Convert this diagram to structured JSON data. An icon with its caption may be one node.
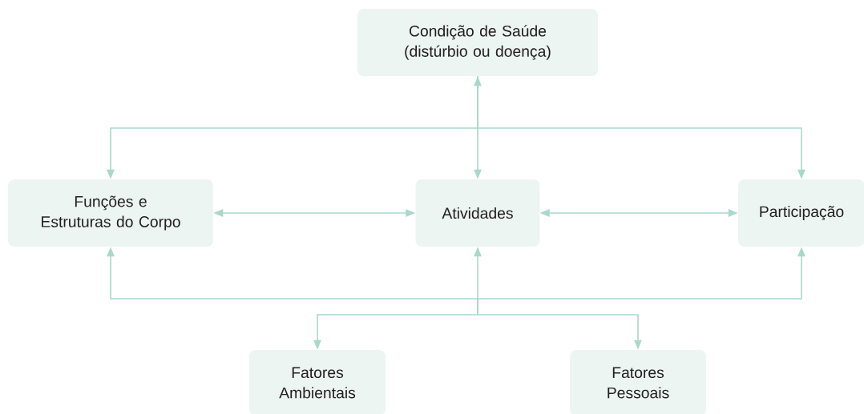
{
  "diagram": {
    "nodes": [
      {
        "text": [
          "Condição de Saúde (distúrbio ou doença)"
        ]
      },
      {
        "text": [
          "Funções e Estruturas do Corpo"
        ]
      },
      {
        "text": [
          "Atividades"
        ]
      },
      {
        "text": [
          "Participação"
        ]
      },
      {
        "text": [
          "Fatores Ambientais"
        ]
      },
      {
        "text": [
          "Fatores Pessoais"
        ]
      }
    ],
    "edges": [
      {
        "from": 0,
        "to": 2,
        "arrow": "both"
      },
      {
        "from": 0,
        "to": 1,
        "arrow": "to"
      },
      {
        "from": 0,
        "to": 3,
        "arrow": "to"
      },
      {
        "from": 1,
        "to": 2,
        "arrow": "both"
      },
      {
        "from": 2,
        "to": 3,
        "arrow": "both"
      },
      {
        "from": 4,
        "to": 1,
        "arrow": "both"
      },
      {
        "from": 4,
        "to": 2,
        "arrow": "both"
      },
      {
        "from": 4,
        "to": 3,
        "arrow": "both"
      },
      {
        "from": 5,
        "to": 1,
        "arrow": "both"
      },
      {
        "from": 5,
        "to": 2,
        "arrow": "both"
      },
      {
        "from": 5,
        "to": 3,
        "arrow": "both"
      }
    ]
  }
}
